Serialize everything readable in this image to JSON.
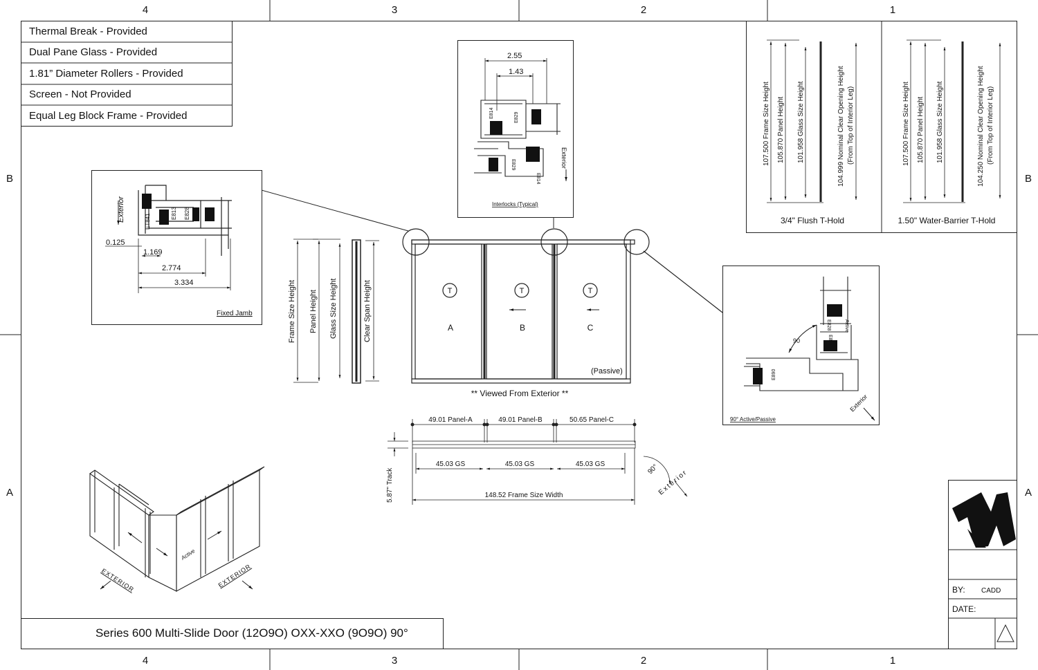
{
  "grid": {
    "columns": [
      "4",
      "3",
      "2",
      "1"
    ],
    "rows": [
      "B",
      "A"
    ]
  },
  "features": [
    "Thermal Break - Provided",
    "Dual Pane Glass - Provided",
    "1.81” Diameter Rollers - Provided",
    "Screen - Not Provided",
    "Equal Leg Block Frame - Provided"
  ],
  "fixed_jamb": {
    "caption": "Fixed Jamb",
    "exterior": "Exterior",
    "parts": [
      "ET841",
      "E813",
      "E828"
    ],
    "dims": [
      "0.125",
      "1.169",
      "2.774",
      "3.334"
    ]
  },
  "interlocks": {
    "caption": "Interlocks (Typical)",
    "exterior": "Exterior",
    "dims": [
      "2.55",
      "1.43"
    ],
    "parts": [
      "E814",
      "E829",
      "E814",
      "E829"
    ]
  },
  "thresholds": [
    {
      "caption": "3/4\" Flush T-Hold",
      "dims": [
        "107.500 Frame Size Height",
        "105.870 Panel Height",
        "101.958 Glass Size Height",
        "104.999 Nominal Clear Opening Height",
        "(From Top of Interior Leg)"
      ]
    },
    {
      "caption": "1.50\" Water-Barrier T-Hold",
      "dims": [
        "107.500 Frame Size Height",
        "105.870 Panel Height",
        "101.958 Glass Size Height",
        "104.250 Nominal Clear Opening Height",
        "(From Top of Interior Leg)"
      ]
    }
  ],
  "height_labels": [
    "Frame Size Height",
    "Panel Height",
    "Glass Size Height",
    "Clear Span Height"
  ],
  "elevation": {
    "panels": [
      "A",
      "B",
      "C"
    ],
    "tempered_mark": "T",
    "passive_label": "(Passive)",
    "caption": "** Viewed From Exterior **"
  },
  "plan": {
    "panel_dims": [
      "49.01 Panel-A",
      "49.01 Panel-B",
      "50.65 Panel-C"
    ],
    "gs_dims": [
      "45.03 GS",
      "45.03 GS",
      "45.03 GS"
    ],
    "frame_width": "148.52 Frame Size Width",
    "track": "5.87\" Track",
    "angle": "90°",
    "exterior": "Exterior"
  },
  "corner_detail": {
    "caption": "90° Active/Passive",
    "angle": "90",
    "exterior": "Exterior",
    "parts": [
      "E828",
      "Active",
      "E871",
      "E890"
    ]
  },
  "iso": {
    "exterior_left": "EXTERIOR",
    "exterior_right": "EXTERIOR",
    "active": "Active"
  },
  "title_block": {
    "by_label": "BY:",
    "by_value": "CADD",
    "date_label": "DATE:",
    "date_value": "",
    "revision_icon": "triangle-revision-icon",
    "logo_icon": "w-logo-icon"
  },
  "title": "Series 600 Multi-Slide Door (12O9O) OXX-XXO (9O9O) 90°"
}
